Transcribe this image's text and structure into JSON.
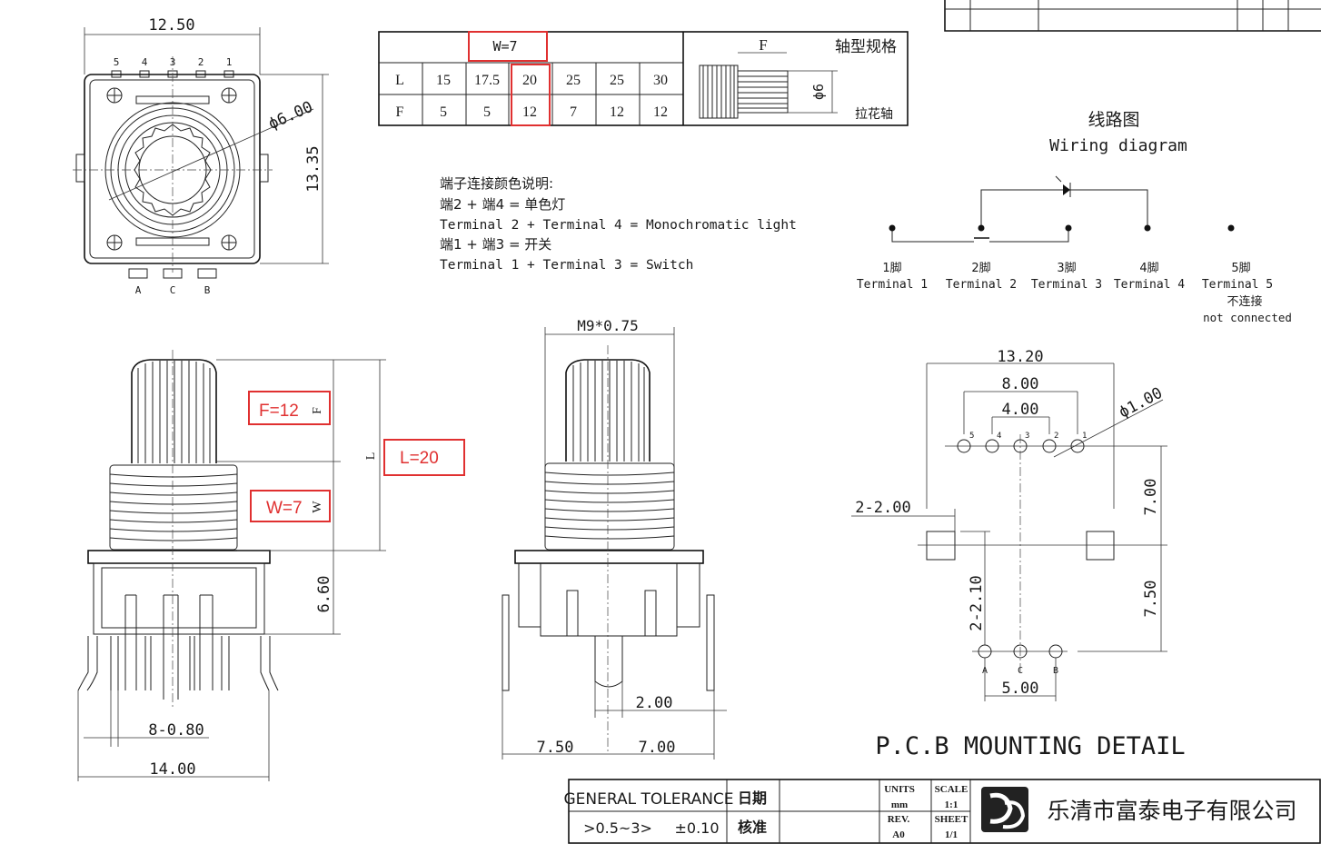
{
  "top_view": {
    "width": "12.50",
    "height": "13.35",
    "shaft_dia": "ϕ6.00",
    "pins_top": [
      "5",
      "4",
      "3",
      "2",
      "1"
    ],
    "pins_bottom": [
      "A",
      "C",
      "B"
    ]
  },
  "spec_table": {
    "w_label": "W=7",
    "rows": [
      {
        "head": "L",
        "cells": [
          "15",
          "17.5",
          "20",
          "25",
          "25",
          "30"
        ]
      },
      {
        "head": "F",
        "cells": [
          "5",
          "5",
          "12",
          "7",
          "12",
          "12"
        ]
      }
    ],
    "shaft_title": "轴型规格",
    "shaft_f": "F",
    "shaft_dia": "ϕ6",
    "shaft_type": "拉花轴"
  },
  "notes": {
    "title": "端子连接颜色说明:",
    "lines": [
      "端2 + 端4 = 单色灯",
      "Terminal 2 + Terminal 4 = Monochromatic light",
      "端1 + 端3 = 开关",
      "Terminal 1 + Terminal 3 = Switch"
    ]
  },
  "wiring": {
    "title_cn": "线路图",
    "title_en": "Wiring diagram",
    "terminals": [
      {
        "cn": "1脚",
        "en": "Terminal 1"
      },
      {
        "cn": "2脚",
        "en": "Terminal 2"
      },
      {
        "cn": "3脚",
        "en": "Terminal 3"
      },
      {
        "cn": "4脚",
        "en": "Terminal 4"
      },
      {
        "cn": "5脚",
        "en": "Terminal 5"
      }
    ],
    "t5_note_cn": "不连接",
    "t5_note_en": "not connected"
  },
  "side_view": {
    "f_label": "F=12",
    "l_label": "L=20",
    "w_label": "W=7",
    "f_dim": "F",
    "l_dim": "L",
    "w_dim": "W",
    "h_dim": "6.60",
    "pin_dim": "8-0.80",
    "width_dim": "14.00"
  },
  "front_view": {
    "thread": "M9*0.75",
    "pin_w": "2.00",
    "left": "7.50",
    "right": "7.00"
  },
  "pcb": {
    "w1": "13.20",
    "w2": "8.00",
    "w3": "4.00",
    "hole": "ϕ1.00",
    "slot": "2-2.00",
    "v1": "7.00",
    "v2": "7.50",
    "abc": "2-2.10",
    "abc_w": "5.00",
    "pins_top": [
      "5",
      "4",
      "3",
      "2",
      "1"
    ],
    "pins_bottom": [
      "A",
      "C",
      "B"
    ],
    "title": "P.C.B MOUNTING DETAIL"
  },
  "title_block": {
    "tolerance": "GENERAL TOLERANCE",
    "tol_range": ">0.5~3>",
    "tol_value": "±0.10",
    "date": "日期",
    "check": "核准",
    "units": "UNITS",
    "units_val": "mm",
    "scale": "SCALE",
    "scale_val": "1:1",
    "rev": "REV.",
    "rev_val": "A0",
    "sheet": "SHEET",
    "sheet_val": "1/1",
    "company": "乐清市富泰电子有限公司"
  }
}
